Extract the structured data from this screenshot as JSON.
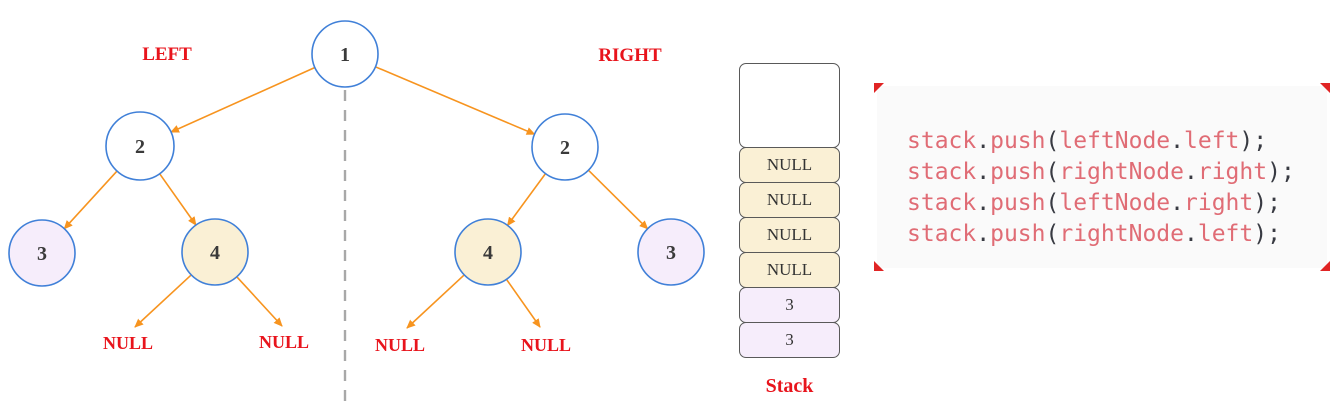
{
  "tree": {
    "left_branch_label": "LEFT",
    "right_branch_label": "RIGHT",
    "nodes": [
      {
        "name": "root",
        "label": "1"
      },
      {
        "name": "left-2",
        "label": "2"
      },
      {
        "name": "right-2",
        "label": "2"
      },
      {
        "name": "left-3",
        "label": "3"
      },
      {
        "name": "left-4",
        "label": "4"
      },
      {
        "name": "right-4",
        "label": "4"
      },
      {
        "name": "right-3",
        "label": "3"
      }
    ],
    "null_labels": [
      "NULL",
      "NULL",
      "NULL",
      "NULL"
    ]
  },
  "stack": {
    "title": "Stack",
    "cells": [
      {
        "value": "",
        "kind": "empty"
      },
      {
        "value": "NULL",
        "kind": "null"
      },
      {
        "value": "NULL",
        "kind": "null"
      },
      {
        "value": "NULL",
        "kind": "null"
      },
      {
        "value": "NULL",
        "kind": "null"
      },
      {
        "value": "3",
        "kind": "value"
      },
      {
        "value": "3",
        "kind": "value"
      }
    ]
  },
  "code": {
    "lines": [
      [
        "stack",
        ".",
        "push",
        "(",
        "leftNode",
        ".",
        "left",
        ");"
      ],
      [
        "stack",
        ".",
        "push",
        "(",
        "rightNode",
        ".",
        "right",
        ");"
      ],
      [
        "stack",
        ".",
        "push",
        "(",
        "leftNode",
        ".",
        "right",
        ");"
      ],
      [
        "stack",
        ".",
        "push",
        "(",
        "rightNode",
        ".",
        "left",
        ");"
      ]
    ]
  },
  "colors": {
    "node_stroke": "#4080d8",
    "node_fill_plain": "#ffffff",
    "node_fill_cream": "#faf0d5",
    "node_fill_lavender": "#f6edfb",
    "arrow": "#f7941f",
    "label_red": "#e8141c",
    "code_red": "#e06c75",
    "code_dark": "#383a42",
    "code_bg": "#fafafa",
    "stack_border": "#595959",
    "dashed_line": "#a8a8a8",
    "node_text": "#3a3a3a"
  }
}
